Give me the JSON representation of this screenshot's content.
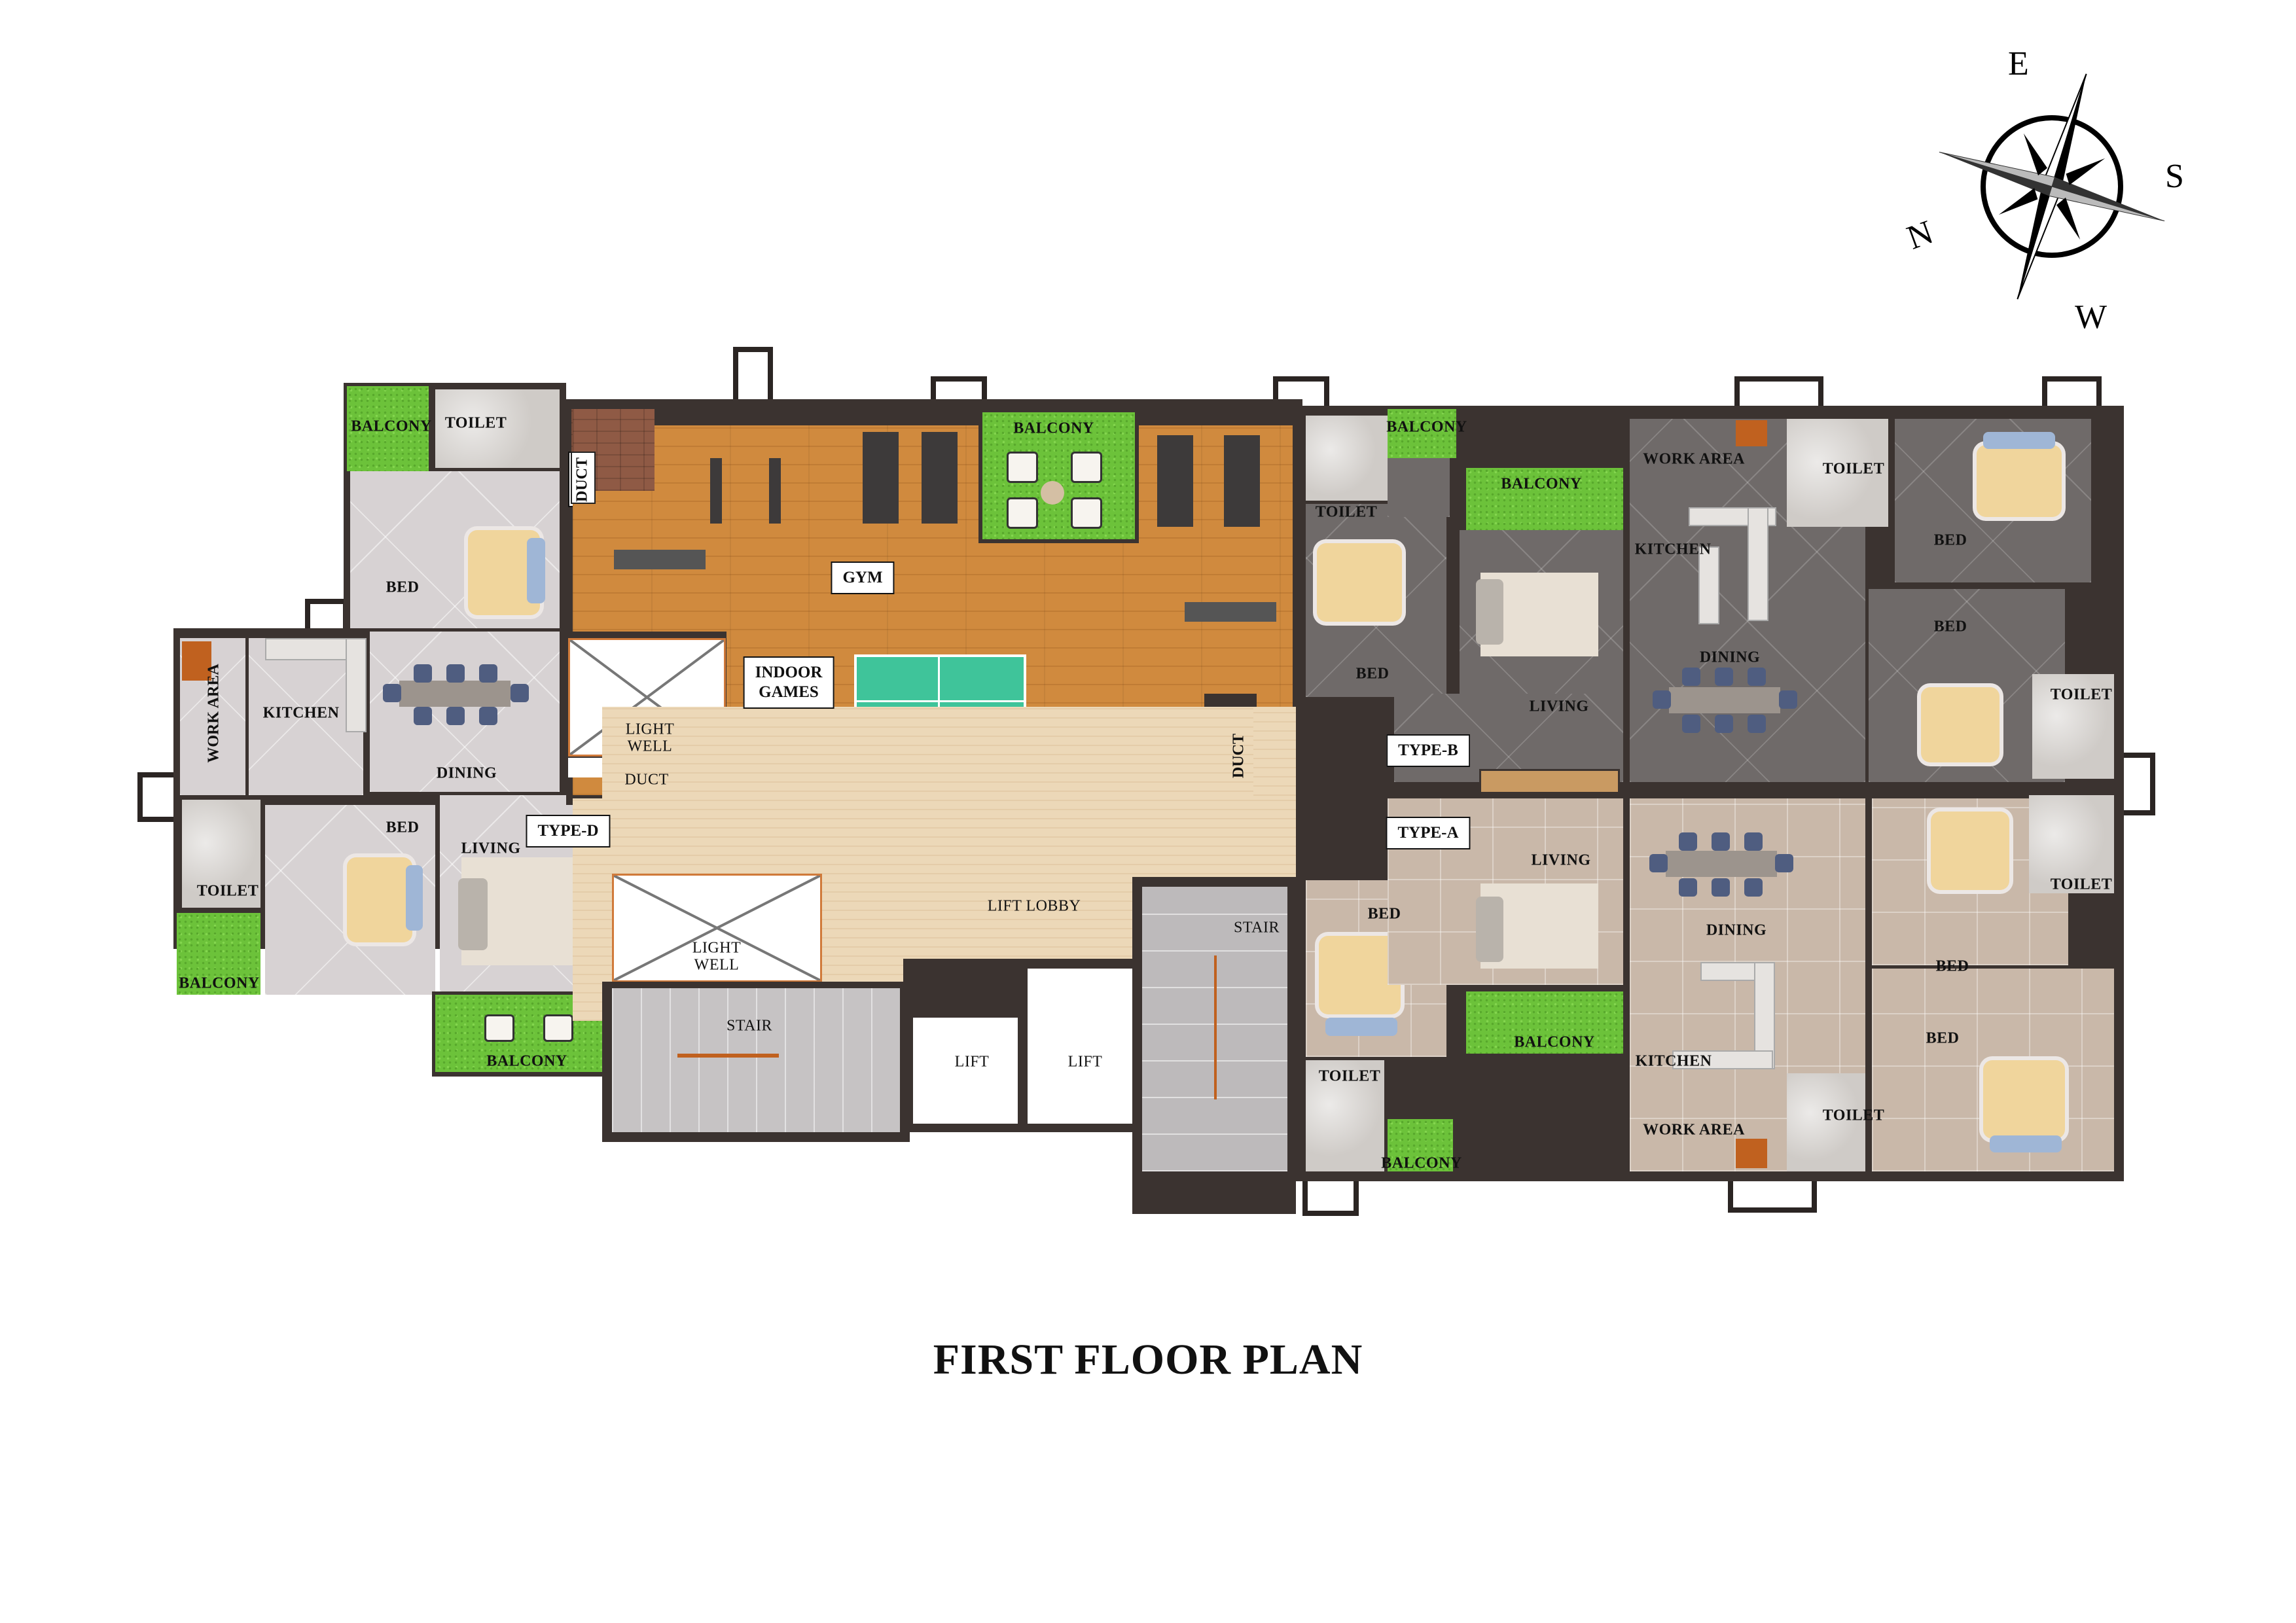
{
  "title": "FIRST FLOOR PLAN",
  "compass": {
    "icon": "compass-rose-icon",
    "labels": {
      "north": "N",
      "east": "E",
      "south": "S",
      "west": "W"
    }
  },
  "units": {
    "type_d": {
      "tag": "TYPE-D",
      "rooms": {
        "balcony_top": "BALCONY",
        "toilet_top": "TOILET",
        "bed_top": "BED",
        "work_area": "WORK AREA",
        "kitchen": "KITCHEN",
        "dining": "DINING",
        "bed_bottom": "BED",
        "living": "LIVING",
        "toilet_bottom": "TOILET",
        "balcony_left": "BALCONY",
        "balcony_bottom": "BALCONY"
      }
    },
    "type_b": {
      "tag": "TYPE-B",
      "rooms": {
        "toilet_small": "TOILET",
        "balcony_small": "BALCONY",
        "bed_left": "BED",
        "balcony_living": "BALCONY",
        "living": "LIVING",
        "work_area": "WORK AREA",
        "toilet_mid": "TOILET",
        "kitchen": "KITCHEN",
        "dining": "DINING",
        "bed_top_right": "BED",
        "bed_bottom_right": "BED",
        "toilet_right": "TOILET"
      }
    },
    "type_a": {
      "tag": "TYPE-A",
      "rooms": {
        "bed_left": "BED",
        "toilet_left": "TOILET",
        "balcony_small": "BALCONY",
        "living": "LIVING",
        "balcony_living": "BALCONY",
        "dining": "DINING",
        "kitchen": "KITCHEN",
        "work_area": "WORK AREA",
        "toilet_mid": "TOILET",
        "bed_top_right": "BED",
        "toilet_right": "TOILET",
        "bed_bottom_right": "BED"
      }
    }
  },
  "common": {
    "duct_top": "DUCT",
    "gym": "GYM",
    "gym_balcony": "BALCONY",
    "indoor_games": "INDOOR\nGAMES",
    "indoor_games_line1": "INDOOR",
    "indoor_games_line2": "GAMES",
    "light_well_top_1": "LIGHT",
    "light_well_top_2": "WELL",
    "duct_under_lightwell": "DUCT",
    "duct_right": "DUCT",
    "lift_lobby": "LIFT LOBBY",
    "light_well_bottom_1": "LIGHT",
    "light_well_bottom_2": "WELL",
    "stair_left": "STAIR",
    "lift_1": "LIFT",
    "lift_2": "LIFT",
    "stair_right": "STAIR"
  },
  "colors": {
    "wall": "#3b3330",
    "grass": "#6cc23a",
    "gym_wood": "#d08a3e",
    "lobby_floor": "#ecd8b8",
    "type_d_floor": "#d7d2d3",
    "type_b_floor": "#6f6a69",
    "type_a_floor": "#c9b8a9",
    "table_tennis": "#3fc49a",
    "bed_cover": "#f0d59c",
    "pillow": "#9fb6d6",
    "dining_chair": "#4f5d80"
  }
}
